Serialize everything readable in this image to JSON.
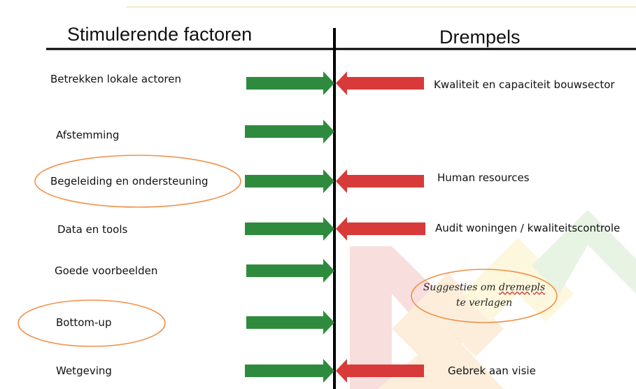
{
  "headings": {
    "left": "Stimulerende factoren",
    "right": "Drempels"
  },
  "factors": [
    "Betrekken lokale actoren",
    "Afstemming",
    "Begeleiding en ondersteuning",
    "Data en tools",
    "Goede voorbeelden",
    "Bottom-up",
    "Wetgeving"
  ],
  "barriers": [
    "Kwaliteit en capaciteit bouwsector",
    "Human resources",
    "Audit woningen / kwaliteitscontrole",
    "Gebrek aan visie"
  ],
  "note": {
    "line1_a": "Suggesties om ",
    "line1_b": "dremepls",
    "line2": "te verlagen"
  },
  "colors": {
    "green_arrow": "#2e8b3e",
    "red_arrow": "#d83a3a",
    "ellipse": "#f0914a",
    "divider": "#000000"
  }
}
